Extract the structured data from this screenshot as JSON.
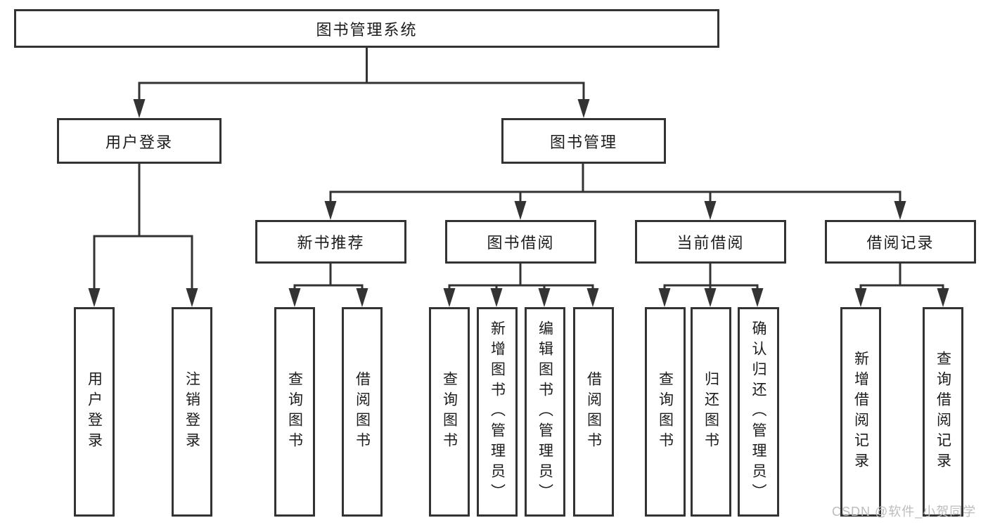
{
  "diagram": {
    "root": {
      "label": "图书管理系统"
    },
    "branches": [
      {
        "label": "用户登录",
        "children": [
          {
            "label": "用户登录"
          },
          {
            "label": "注销登录"
          }
        ]
      },
      {
        "label": "图书管理",
        "children": [
          {
            "label": "新书推荐",
            "children": [
              {
                "label": "查询图书"
              },
              {
                "label": "借阅图书"
              }
            ]
          },
          {
            "label": "图书借阅",
            "children": [
              {
                "label": "查询图书"
              },
              {
                "label": "新增图书（管理员）"
              },
              {
                "label": "编辑图书（管理员）"
              },
              {
                "label": "借阅图书"
              }
            ]
          },
          {
            "label": "当前借阅",
            "children": [
              {
                "label": "查询图书"
              },
              {
                "label": "归还图书"
              },
              {
                "label": "确认归还（管理员）"
              }
            ]
          },
          {
            "label": "借阅记录",
            "children": [
              {
                "label": "新增借阅记录"
              },
              {
                "label": "查询借阅记录"
              }
            ]
          }
        ]
      }
    ]
  },
  "watermark": {
    "text": "CSDN @软件_小贺同学"
  },
  "colors": {
    "line": "#333333",
    "box_border": "#333333",
    "box_fill": "#ffffff",
    "text": "#1c1c1c",
    "watermark": "#bdbdbd",
    "background": "#ffffff"
  }
}
